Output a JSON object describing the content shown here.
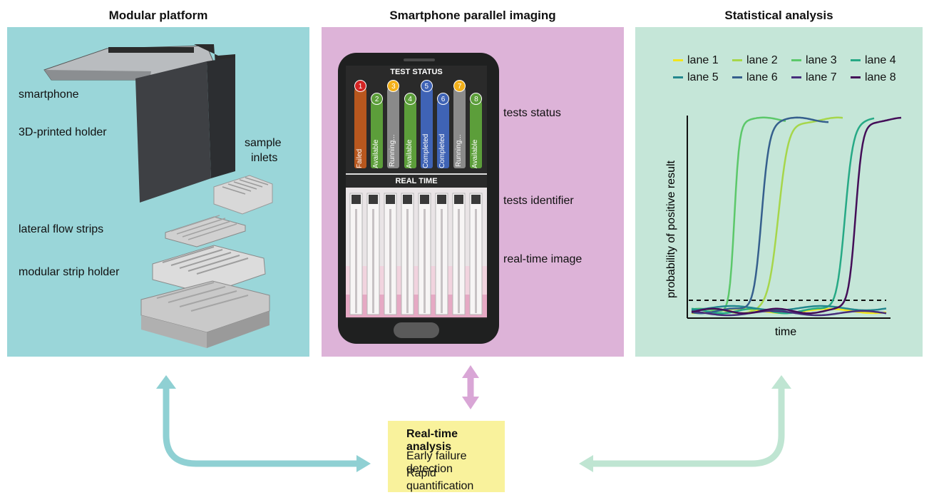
{
  "titles": {
    "modular": "Modular platform",
    "imaging": "Smartphone parallel imaging",
    "stats": "Statistical analysis"
  },
  "platform": {
    "labels": [
      "smartphone",
      "3D-printed holder",
      "sample",
      "inlets",
      "lateral flow strips",
      "modular strip holder"
    ]
  },
  "phone": {
    "status_title": "TEST STATUS",
    "realtime_title": "REAL TIME",
    "tests": [
      {
        "num": "1",
        "status": "Failed",
        "color": "#b8571e",
        "badge": "#d42424"
      },
      {
        "num": "2",
        "status": "Available",
        "color": "#5c9e3a",
        "badge": "#5c9e3a"
      },
      {
        "num": "3",
        "status": "Running...",
        "color": "#8a8a8a",
        "badge": "#f2b01a"
      },
      {
        "num": "4",
        "status": "Available",
        "color": "#5c9e3a",
        "badge": "#5c9e3a"
      },
      {
        "num": "5",
        "status": "Completed",
        "color": "#3f63b5",
        "badge": "#3f63b5"
      },
      {
        "num": "6",
        "status": "Completed",
        "color": "#3f63b5",
        "badge": "#3f63b5"
      },
      {
        "num": "7",
        "status": "Running...",
        "color": "#8a8a8a",
        "badge": "#f2b01a"
      },
      {
        "num": "8",
        "status": "Available",
        "color": "#5c9e3a",
        "badge": "#5c9e3a"
      }
    ]
  },
  "annotations": {
    "status": "tests status",
    "identifier": "tests identifier",
    "image": "real-time image"
  },
  "realtime": {
    "heading": "Real-time analysis",
    "line1": "Early failure detection",
    "line2": "Rapid quantification"
  },
  "chart_data": {
    "type": "line",
    "xlabel": "time",
    "ylabel": "probability of positive result",
    "grid": false,
    "legend": "top",
    "threshold": "dashed horizontal line near baseline",
    "series": [
      {
        "name": "lane 1",
        "color": "#f2e51c"
      },
      {
        "name": "lane 2",
        "color": "#a6d64a"
      },
      {
        "name": "lane 3",
        "color": "#5cc86a"
      },
      {
        "name": "lane 4",
        "color": "#26a985"
      },
      {
        "name": "lane 5",
        "color": "#23888e"
      },
      {
        "name": "lane 6",
        "color": "#355f8d"
      },
      {
        "name": "lane 7",
        "color": "#472e7c"
      },
      {
        "name": "lane 8",
        "color": "#440e58"
      }
    ]
  }
}
